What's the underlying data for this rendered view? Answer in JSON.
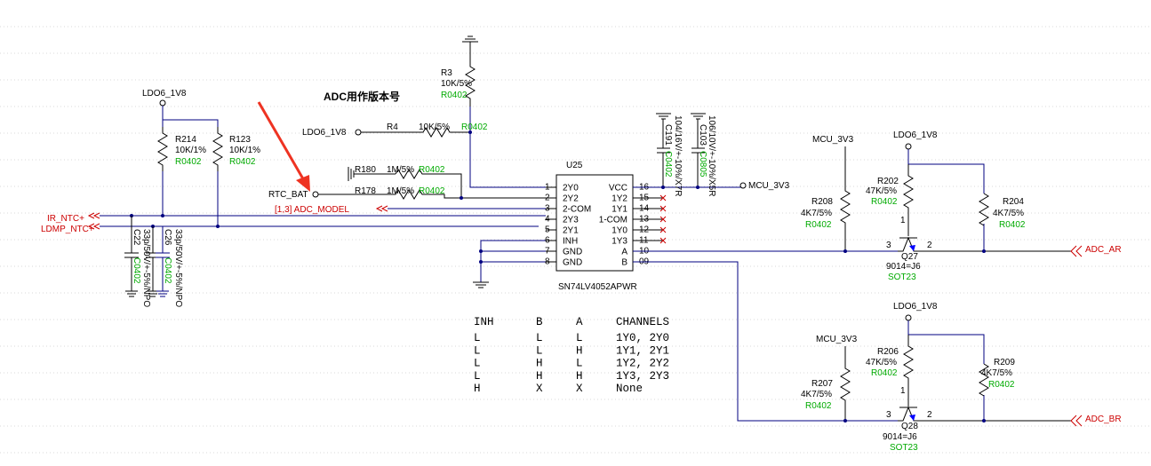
{
  "title_note": "ADC用作版本号",
  "nets": {
    "ldo6_1v8": "LDO6_1V8",
    "mcu_3v3": "MCU_3V3",
    "ir_ntc": "IR_NTC+",
    "ldmp_ntc": "LDMP_NTC+",
    "rtc_bat": "RTC_BAT",
    "adc_model": "[1,3]  ADC_MODEL",
    "adc_ar": "ADC_AR",
    "adc_br": "ADC_BR"
  },
  "resistors": {
    "r3": {
      "ref": "R3",
      "value": "10K/5%",
      "pkg": "R0402"
    },
    "r4": {
      "ref": "R4",
      "value": "10K/5%",
      "pkg": "R0402"
    },
    "r214": {
      "ref": "R214",
      "value": "10K/1%",
      "pkg": "R0402"
    },
    "r123": {
      "ref": "R123",
      "value": "10K/1%",
      "pkg": "R0402"
    },
    "r180": {
      "ref": "R180",
      "value": "1M/5%",
      "pkg": "R0402"
    },
    "r178": {
      "ref": "R178",
      "value": "1M/5%",
      "pkg": "R0402"
    },
    "r208": {
      "ref": "R208",
      "value": "4K7/5%",
      "pkg": "R0402"
    },
    "r202": {
      "ref": "R202",
      "value": "47K/5%",
      "pkg": "R0402"
    },
    "r204": {
      "ref": "R204",
      "value": "4K7/5%",
      "pkg": "R0402"
    },
    "r207": {
      "ref": "R207",
      "value": "4K7/5%",
      "pkg": "R0402"
    },
    "r206": {
      "ref": "R206",
      "value": "47K/5%",
      "pkg": "R0402"
    },
    "r209": {
      "ref": "R209",
      "value": "4K7/5%",
      "pkg": "R0402"
    }
  },
  "capacitors": {
    "c22": {
      "ref": "C22",
      "value": "33p/50V/+-5%/NPO",
      "pkg": "C0402"
    },
    "c26": {
      "ref": "C26",
      "value": "33p/50V/+-5%/NPO",
      "pkg": "C0402"
    },
    "c191": {
      "ref": "C191",
      "value": "104/16V/+-10%/X7R",
      "pkg": "C0402"
    },
    "c103": {
      "ref": "C103",
      "value": "106/10V/+-10%/X5R",
      "pkg": "C0805"
    }
  },
  "transistors": {
    "q27": {
      "ref": "Q27",
      "value": "9014=J6",
      "pkg": "SOT23"
    },
    "q28": {
      "ref": "Q28",
      "value": "9014=J6",
      "pkg": "SOT23"
    }
  },
  "pin_numbers": {
    "base": "1",
    "collector": "2",
    "emitter": "3"
  },
  "u25": {
    "ref": "U25",
    "part": "SN74LV4052APWR",
    "left_pins": [
      {
        "num": "1",
        "name": "2Y0"
      },
      {
        "num": "2",
        "name": "2Y2"
      },
      {
        "num": "3",
        "name": "2-COM"
      },
      {
        "num": "4",
        "name": "2Y3"
      },
      {
        "num": "5",
        "name": "2Y1"
      },
      {
        "num": "6",
        "name": "INH"
      },
      {
        "num": "7",
        "name": "GND"
      },
      {
        "num": "8",
        "name": "GND"
      }
    ],
    "right_pins": [
      {
        "num": "16",
        "name": "VCC"
      },
      {
        "num": "15",
        "name": "1Y2"
      },
      {
        "num": "14",
        "name": "1Y1"
      },
      {
        "num": "13",
        "name": "1-COM"
      },
      {
        "num": "12",
        "name": "1Y0"
      },
      {
        "num": "11",
        "name": "1Y3"
      },
      {
        "num": "10",
        "name": "A"
      },
      {
        "num": "09",
        "name": "B"
      }
    ]
  },
  "truth_table": {
    "headers": [
      "INH",
      "B",
      "A",
      "CHANNELS"
    ],
    "rows": [
      [
        "L",
        "L",
        "L",
        "1Y0, 2Y0"
      ],
      [
        "L",
        "L",
        "H",
        "1Y1, 2Y1"
      ],
      [
        "L",
        "H",
        "L",
        "1Y2, 2Y2"
      ],
      [
        "L",
        "H",
        "H",
        "1Y3, 2Y3"
      ],
      [
        "H",
        "X",
        "X",
        "None"
      ]
    ]
  },
  "colors": {
    "wire": "#000080",
    "net_label": "#cc0000",
    "footprint": "#00aa00",
    "arrow": "#ee3322",
    "marker": "#0000ff"
  }
}
